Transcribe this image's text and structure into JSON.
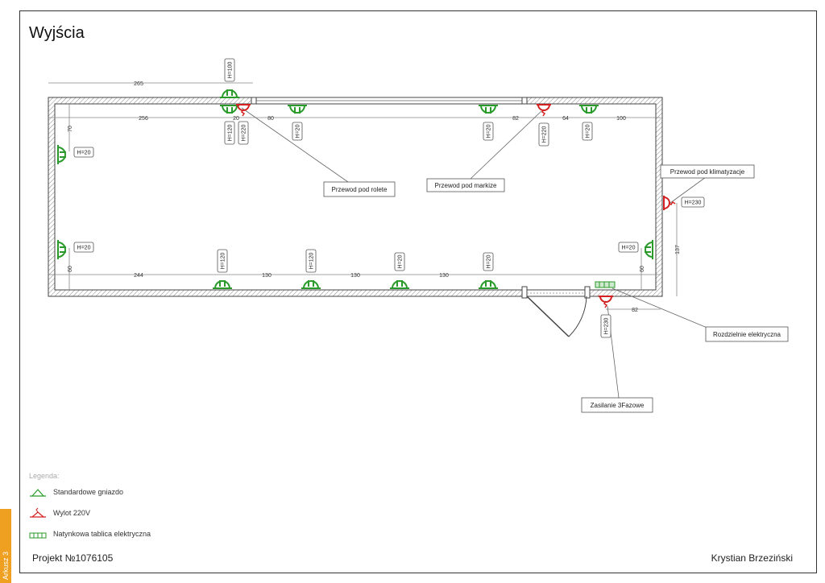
{
  "title": "Wyjścia",
  "dimensions": {
    "d265": "265",
    "d256": "256",
    "d20": "20",
    "d80": "80",
    "d82a": "82",
    "d64": "64",
    "d100": "100",
    "d70": "70",
    "d244": "244",
    "d130a": "130",
    "d130b": "130",
    "d130c": "130",
    "d60l": "60",
    "d60r": "60",
    "d137": "137",
    "d82b": "82"
  },
  "heights": {
    "top_h100": "H=100",
    "top_h120": "H=120",
    "top_h220a": "H=220",
    "top_h20a": "H=20",
    "top_h20b": "H=20",
    "top_h220b": "H=220",
    "top_h20c": "H=20",
    "left_h20a": "H=20",
    "left_h20b": "H=20",
    "right_h20": "H=20",
    "right_h230": "H=230",
    "bot_h120a": "H=120",
    "bot_h120b": "H=120",
    "bot_h20a": "H=20",
    "bot_h20b": "H=20",
    "door_h230": "H=230"
  },
  "callouts": {
    "rolete": "Przewod pod rolete",
    "markize": "Przewod pod markize",
    "klimatyzacje": "Przewod pod klimatyzacje",
    "rozdzielnie": "Rozdzielnie elektryczna",
    "zasilanie": "Zasilanie 3Fazowe"
  },
  "legend": {
    "heading": "Legenda:",
    "items": [
      {
        "label": "Standardowe gniazdo",
        "icon": "socket-icon",
        "color": "#2a9a2a"
      },
      {
        "label": "Wylot 220V",
        "icon": "outlet-220v-icon",
        "color": "#d42020"
      },
      {
        "label": "Natynkowa tablica elektryczna",
        "icon": "panel-icon",
        "color": "#2a9a2a"
      }
    ]
  },
  "footer": {
    "project": "Projekt №1076105",
    "author": "Krystian Brzeziński"
  },
  "sheet_tab": "Arkusz 3",
  "colors": {
    "socket": "#2a9a2a",
    "outlet": "#d42020",
    "wall": "#444"
  }
}
